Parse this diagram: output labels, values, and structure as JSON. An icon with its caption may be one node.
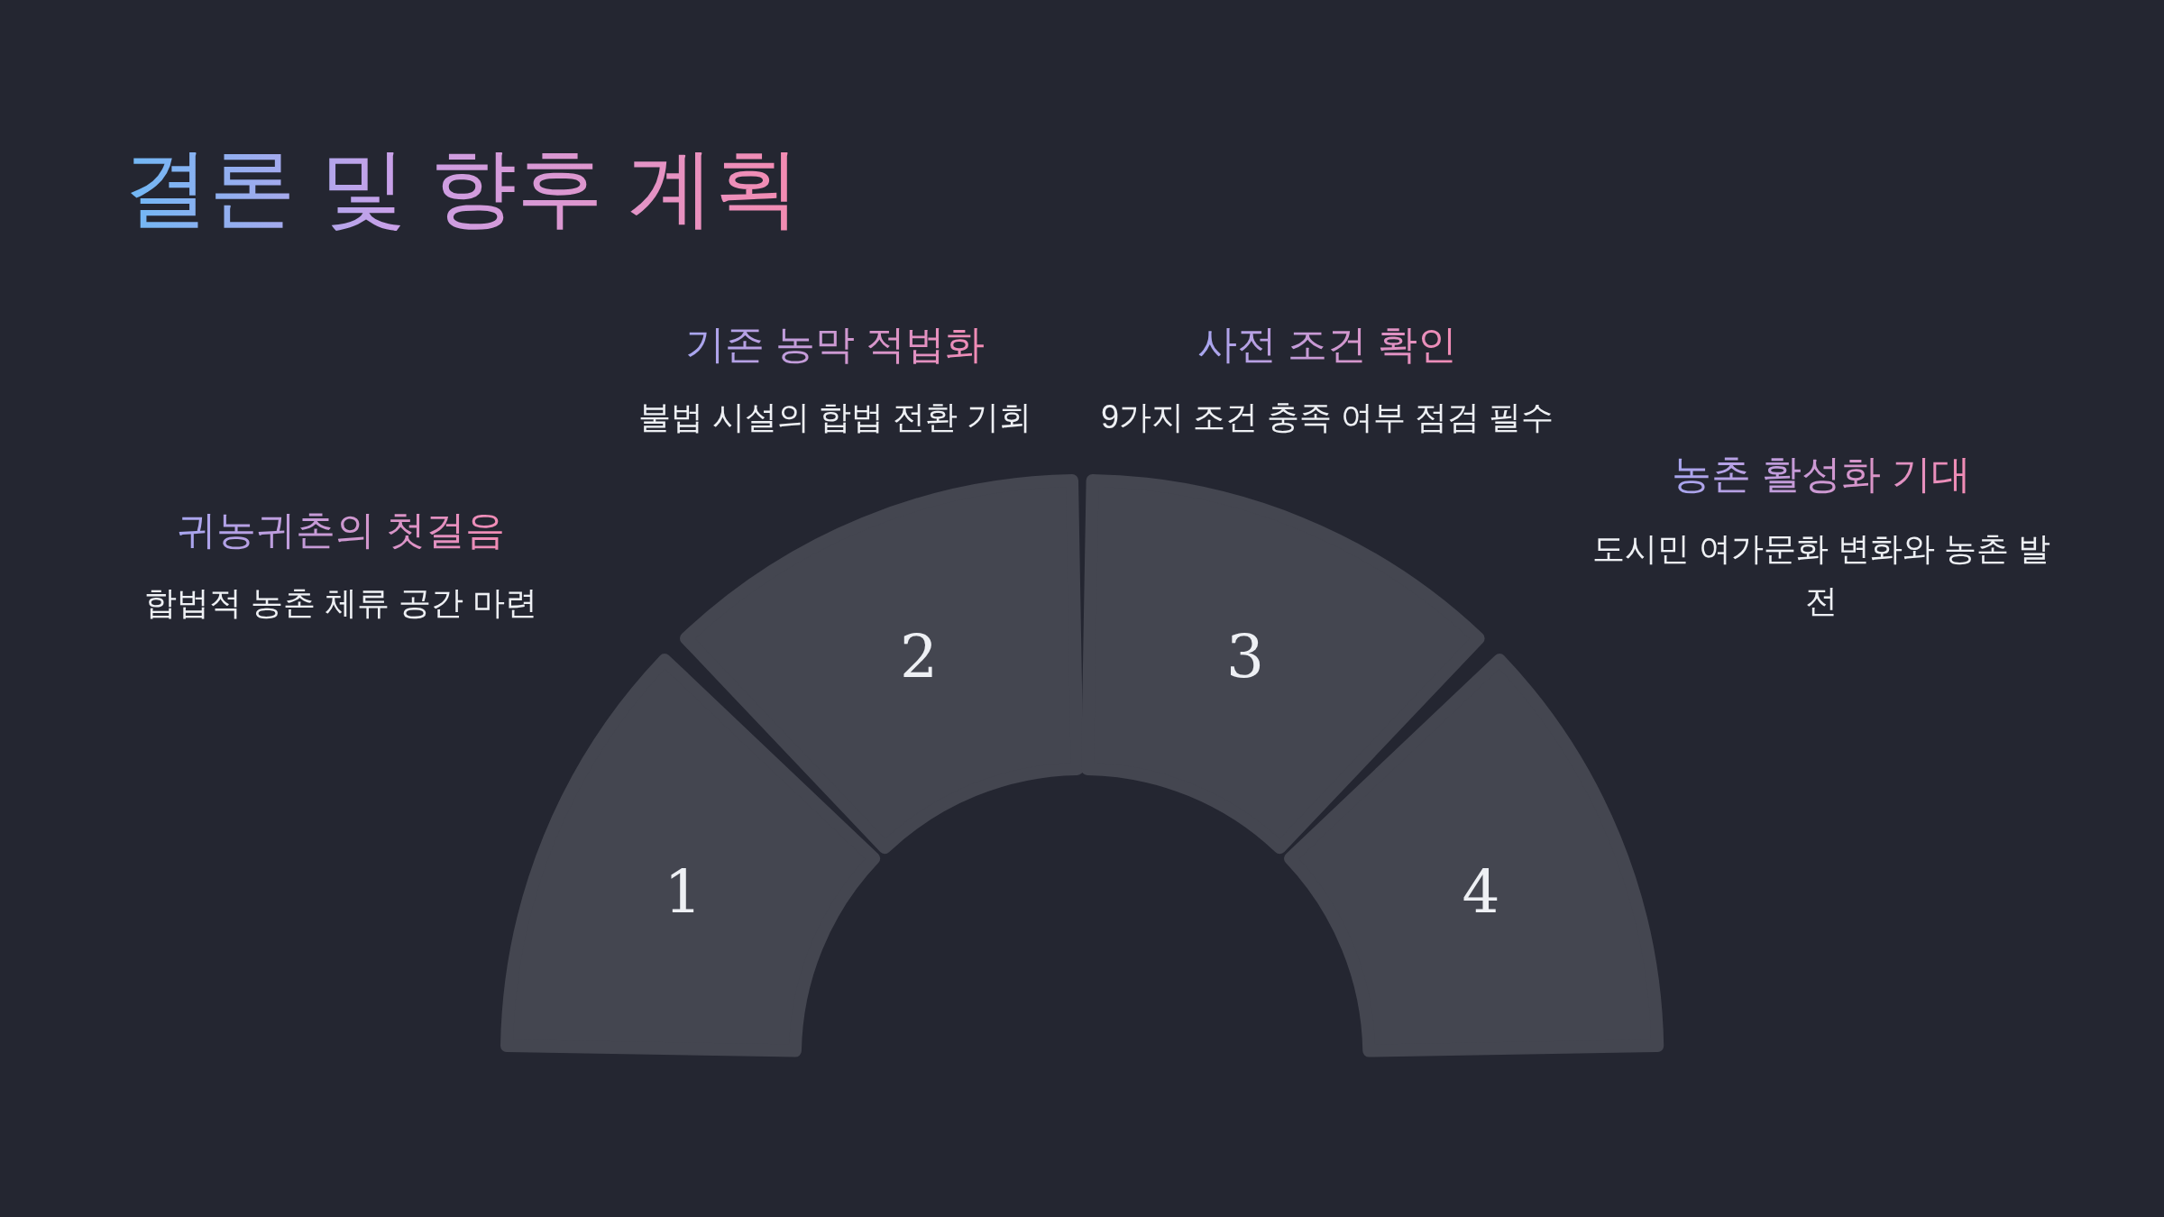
{
  "diagram": {
    "title": "결론 및 향후 계획",
    "nodes": [
      {
        "text": [
          "1"
        ],
        "beside": [
          "귀농귀촌의 첫걸음",
          "합법적 농촌 체류 공간 마련"
        ]
      },
      {
        "text": [
          "2"
        ],
        "beside": [
          "기존 농막 적법화",
          "불법 시설의 합법 전환 기회"
        ]
      },
      {
        "text": [
          "3"
        ],
        "beside": [
          "사전 조건 확인",
          "9가지 조건 충족 여부 점검 필수"
        ]
      },
      {
        "text": [
          "4"
        ],
        "beside": [
          "농촌 활성화 기대",
          "도시민 여가문화 변화와 농촌 발전"
        ]
      }
    ]
  }
}
